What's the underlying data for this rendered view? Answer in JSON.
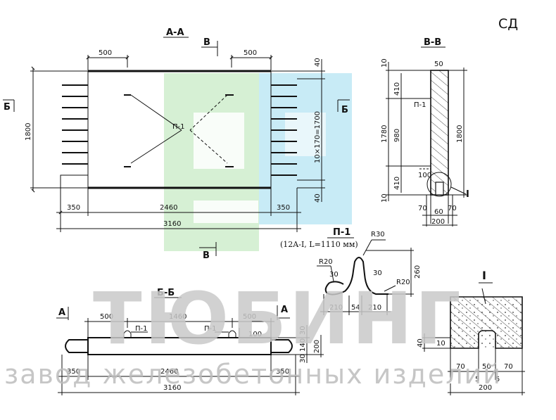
{
  "drawing": {
    "code": "СД",
    "section_aa": "А-А",
    "section_vv": "В-В",
    "section_bb": "Б-Б",
    "node_label": "I",
    "cut_b": "Б",
    "cut_v": "В",
    "cut_a": "А",
    "rebar_label": "П-1",
    "rebar_note": "(12A-I, L=1110 мм)",
    "plan_dims": {
      "d500_left": "500",
      "d500_right": "500",
      "d350_left": "350",
      "d2460": "2460",
      "d350_right": "350",
      "d3160": "3160",
      "d1800": "1800",
      "d10x170": "10×170=1700",
      "d40_top": "40",
      "d40_bot": "40"
    },
    "vv_dims": {
      "d50": "50",
      "d10_top": "10",
      "d410_top": "410",
      "d980": "980",
      "d410_bot": "410",
      "d10_bot": "10",
      "d1780": "1780",
      "d1800": "1800",
      "d100": "100",
      "d70_l": "70",
      "d60": "60",
      "d70_r": "70",
      "d200": "200"
    },
    "bb_dims": {
      "d500_left": "500",
      "d1460": "1460",
      "d500_right": "500",
      "d100": "100",
      "d30_top": "30",
      "d140": "140",
      "d30_bot": "30",
      "d200": "200",
      "d350_left": "350",
      "d2460": "2460",
      "d350_right": "350",
      "d3160": "3160"
    },
    "loop_dims": {
      "r30": "R30",
      "r20_left": "R20",
      "r20_right": "R20",
      "d30_left": "30",
      "d30_right": "30",
      "d260": "260",
      "d210_left": "210",
      "d54": "54",
      "d210_right": "210"
    },
    "node_dims": {
      "d40": "40",
      "d10": "10",
      "d70_l": "70",
      "d50": "50",
      "d70_r": "70",
      "d5_l": "5",
      "d5_r": "5",
      "d200": "200"
    },
    "watermark": {
      "brand": "ТЮБИНГ",
      "tagline": "завод железобетонных изделий"
    }
  }
}
